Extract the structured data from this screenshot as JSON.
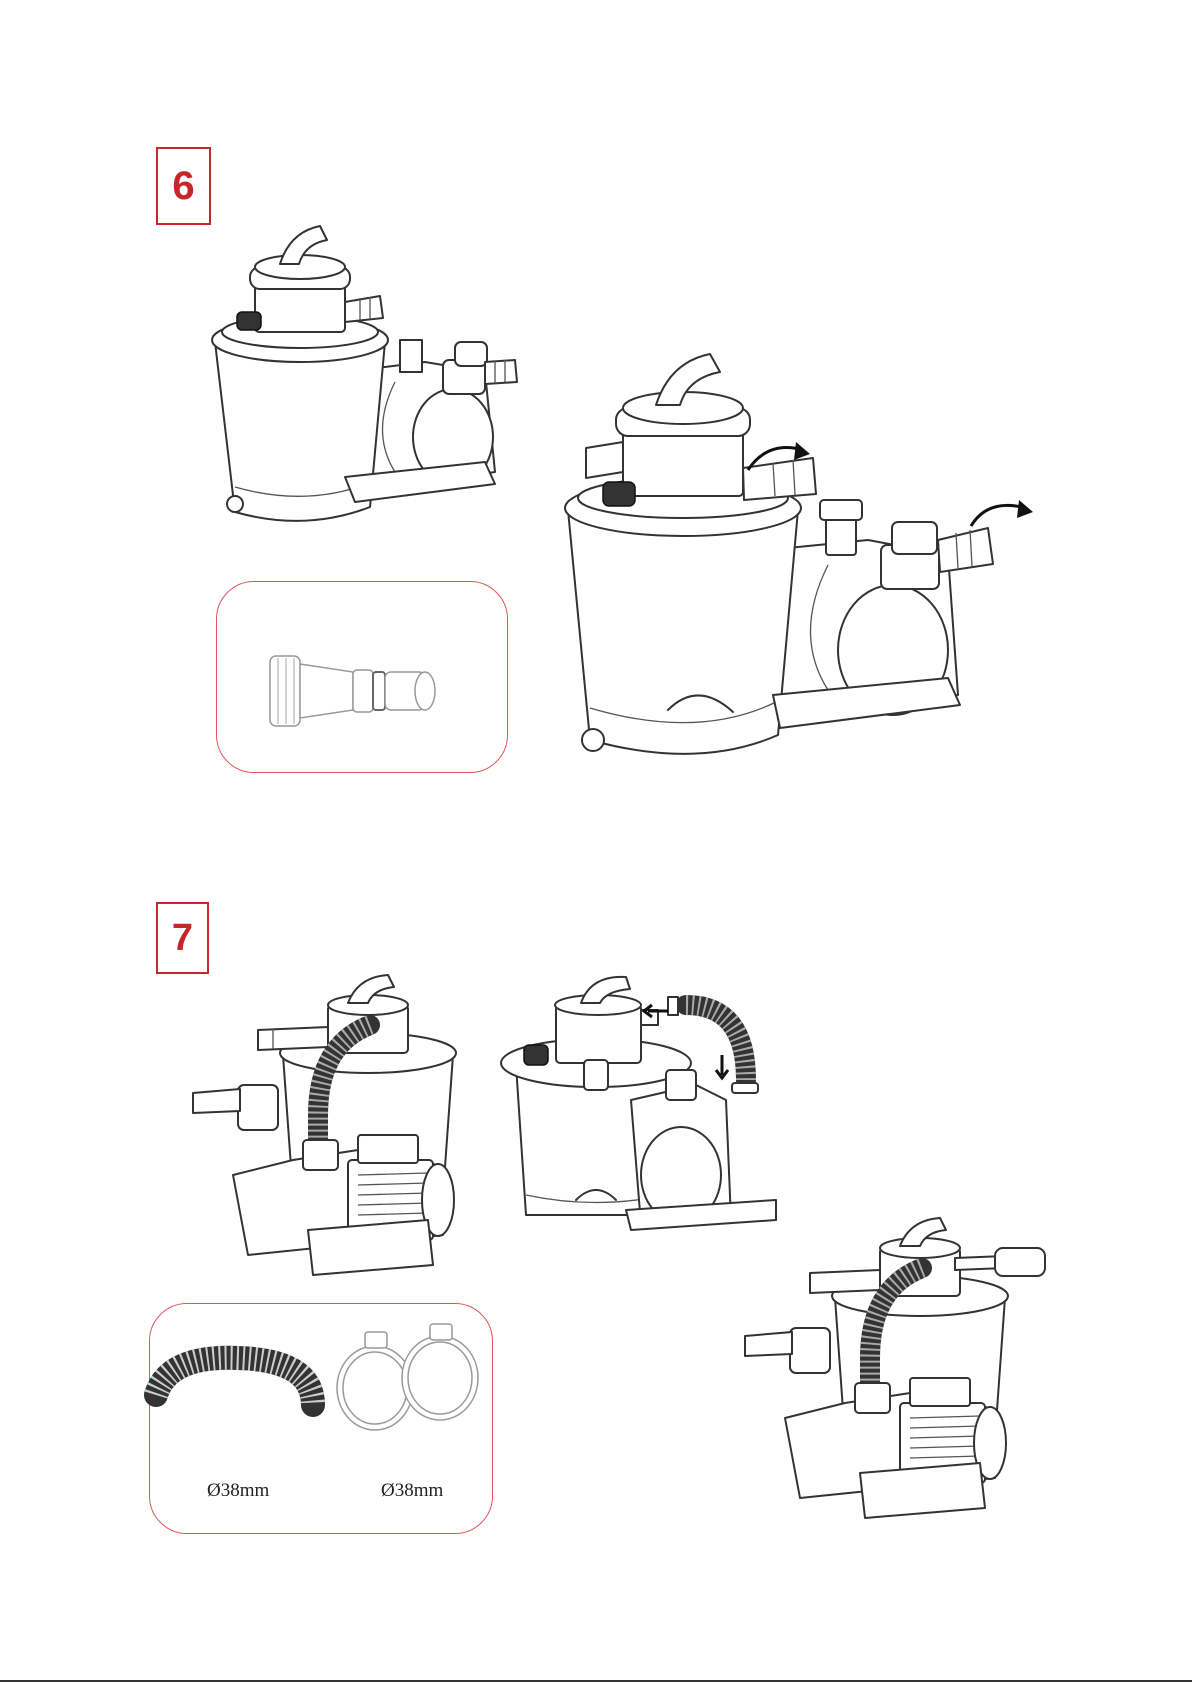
{
  "steps": [
    {
      "number": "6"
    },
    {
      "number": "7"
    }
  ],
  "parts": {
    "hose_diameter": "Ø38mm",
    "clamp_diameter": "Ø38mm"
  },
  "colors": {
    "accent_red": "#c8262c",
    "line_art": "#333333"
  },
  "icons": {
    "rotation_arrow": "rotate-clockwise-arrow-icon",
    "insert_arrow": "insert-arrow-icon"
  }
}
